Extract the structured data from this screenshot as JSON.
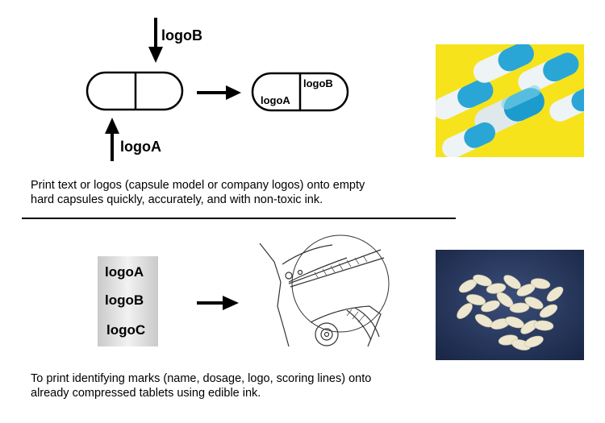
{
  "capsule": {
    "logo_b_label": "logoB",
    "logo_a_label": "logoA",
    "printed_logo_a": "logoA",
    "printed_logo_b": "logoB",
    "caption_line1": "Print text or logos (capsule model or company logos) onto empty",
    "caption_line2": "hard capsules quickly, accurately, and with non-toxic ink."
  },
  "tablet": {
    "logos": [
      "logoA",
      "logoB",
      "logoC"
    ],
    "caption_line1": "To print identifying marks (name, dosage, logo, scoring lines) onto",
    "caption_line2": "already compressed tablets using edible ink."
  },
  "colors": {
    "capsule_blue": "#2aa6d6",
    "capsule_cyan": "#7fd3ea",
    "capsule_white": "#eef3f5",
    "yellow_bg": "#f6e31c",
    "navy_bg": "#23345d",
    "tablet_cream": "#eee7cf"
  }
}
